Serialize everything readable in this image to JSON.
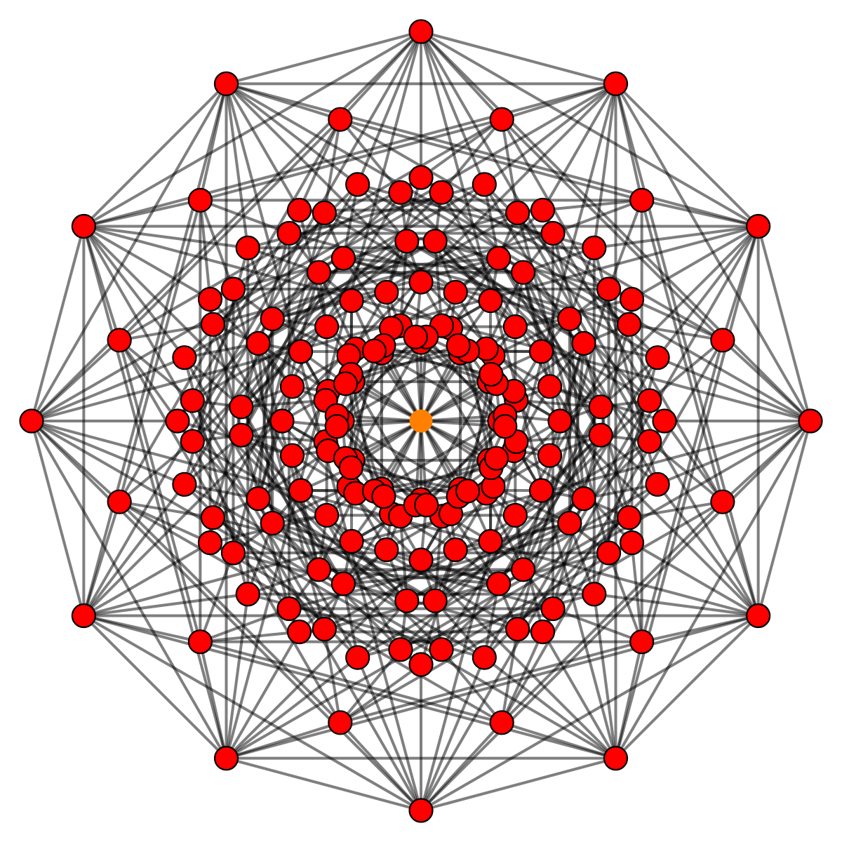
{
  "diagram": {
    "kind": "polytope-projection-graph",
    "background_color": "#ffffff",
    "edge_color": "#000000",
    "vertex_fill": "#ff0000",
    "vertex_outline": "#000000",
    "center_vertex_fill": "#ff8000",
    "rotational_symmetry": 12,
    "rings": [
      {
        "id": "A",
        "radius": 555,
        "count": 12,
        "start_angle_deg": 0
      },
      {
        "id": "B",
        "radius": 445,
        "count": 12,
        "start_angle_deg": 15
      },
      {
        "id": "C",
        "radius": 349,
        "count": 12,
        "start_angle_deg": 15
      },
      {
        "id": "D",
        "radius": 347,
        "count": 12,
        "start_angle_deg": 0
      },
      {
        "id": "E",
        "radius": 327,
        "count": 24,
        "start_angle_deg": 5.1,
        "pair_step_deg": 19.8
      },
      {
        "id": "F",
        "radius": 257,
        "count": 24,
        "start_angle_deg": 4.5,
        "pair_step_deg": 21
      },
      {
        "id": "G",
        "radius": 190,
        "count": 12,
        "start_angle_deg": 15
      },
      {
        "id": "H",
        "radius": 198,
        "count": 12,
        "start_angle_deg": 0
      },
      {
        "id": "I",
        "radius": 139,
        "count": 24,
        "start_angle_deg": 12.2,
        "pair_step_deg": 5.6
      },
      {
        "id": "J",
        "radius": 112,
        "count": 12,
        "start_angle_deg": 0
      },
      {
        "id": "K",
        "radius": 120,
        "count": 24,
        "start_angle_deg": 3.7,
        "pair_step_deg": 22.6
      }
    ],
    "edge_rules": [
      {
        "from": "A",
        "to": "A",
        "offset": 1
      },
      {
        "from": "A",
        "to": "A",
        "offset": 2
      },
      {
        "from": "A",
        "to": "A",
        "offset": 3
      },
      {
        "from": "A",
        "to": "A",
        "offset": 4
      },
      {
        "from": "A",
        "to": "A",
        "offset": 5
      },
      {
        "from": "B",
        "to": "B",
        "offset": 2
      },
      {
        "from": "B",
        "to": "B",
        "offset": 3
      },
      {
        "from": "A",
        "to": "B",
        "offset": 0
      },
      {
        "from": "A",
        "to": "B",
        "offset": -1
      },
      {
        "from": "A",
        "to": "C",
        "offset": 0
      },
      {
        "from": "A",
        "to": "C",
        "offset": -1
      },
      {
        "from": "A",
        "to": "D",
        "offset": 0
      },
      {
        "from": "B",
        "to": "E",
        "offset": 0
      },
      {
        "from": "B",
        "to": "D",
        "offset": 1
      },
      {
        "from": "C",
        "to": "C",
        "offset": 2
      },
      {
        "from": "C",
        "to": "C",
        "offset": 3
      },
      {
        "from": "C",
        "to": "F",
        "offset": 0
      },
      {
        "from": "D",
        "to": "D",
        "offset": 2
      },
      {
        "from": "D",
        "to": "E",
        "offset": -1
      },
      {
        "from": "D",
        "to": "G",
        "offset": 0
      },
      {
        "from": "E",
        "to": "F",
        "offset": 0
      },
      {
        "from": "E",
        "to": "E",
        "offset": 5
      },
      {
        "from": "E",
        "to": "E",
        "offset": 7
      },
      {
        "from": "F",
        "to": "F",
        "offset": 4
      },
      {
        "from": "F",
        "to": "F",
        "offset": 5
      },
      {
        "from": "F",
        "to": "G",
        "offset": 0
      },
      {
        "from": "F",
        "to": "H",
        "offset": 0
      },
      {
        "from": "F",
        "to": "I",
        "offset": 0
      },
      {
        "from": "G",
        "to": "G",
        "offset": 3
      },
      {
        "from": "G",
        "to": "H",
        "offset": 1
      },
      {
        "from": "G",
        "to": "I",
        "offset": 0
      },
      {
        "from": "H",
        "to": "H",
        "offset": 4
      },
      {
        "from": "H",
        "to": "K",
        "offset": 0
      },
      {
        "from": "I",
        "to": "I",
        "offset": 3
      },
      {
        "from": "I",
        "to": "K",
        "offset": 0
      },
      {
        "from": "J",
        "to": "K",
        "offset": 0
      },
      {
        "from": "J",
        "to": "J",
        "offset": 4
      },
      {
        "from": "K",
        "to": "K",
        "offset": 6
      },
      {
        "from": "CENTER",
        "to": "J",
        "offset": 0
      },
      {
        "from": "CENTER",
        "to": "K",
        "offset": 0
      }
    ]
  }
}
